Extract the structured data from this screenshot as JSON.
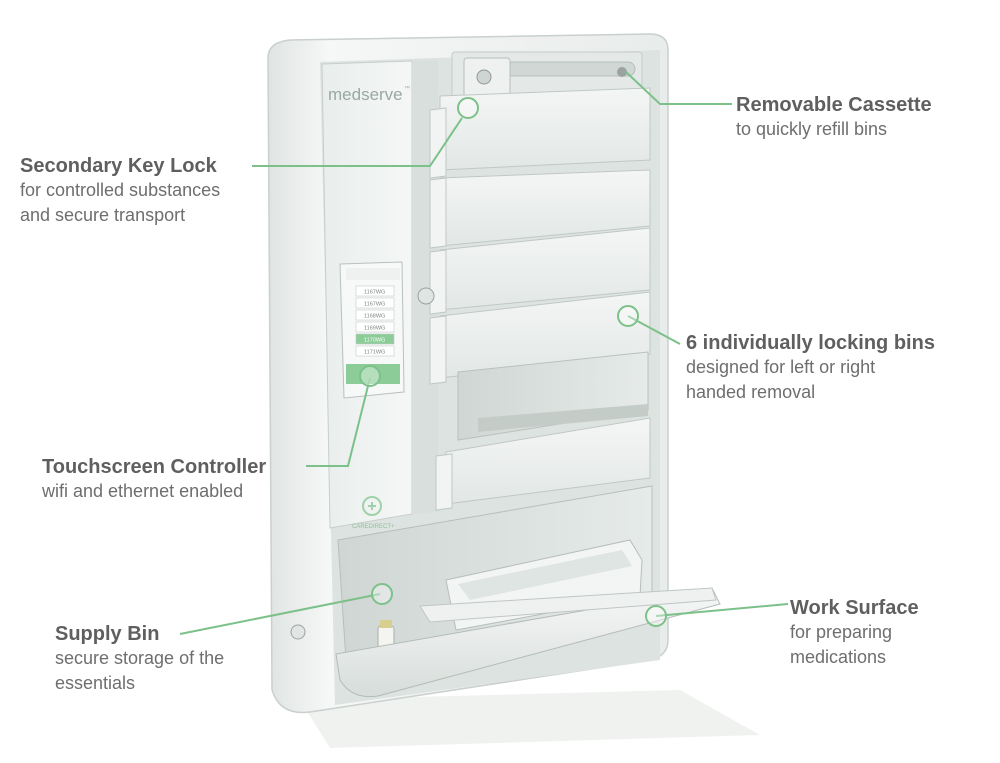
{
  "brand": {
    "logo_text": "medserve",
    "logo_tm": "™",
    "maker_text": "CAREDIRECT+"
  },
  "screen": {
    "rows": [
      "1167WG",
      "1167WG",
      "1168WG",
      "1169WG",
      "1170WG",
      "1171WG"
    ]
  },
  "colors": {
    "accent_green": "#7cc08a",
    "label_title": "#5f5f5f",
    "label_desc": "#6e6e6e",
    "cabinet": "#eef1f0",
    "cabinet_shadow": "#cfd6d4"
  },
  "callouts": {
    "removable_cassette": {
      "title": "Removable Cassette",
      "desc": [
        "to quickly refill bins"
      ]
    },
    "secondary_key_lock": {
      "title": "Secondary Key Lock",
      "desc": [
        "for controlled substances",
        "and secure transport"
      ]
    },
    "locking_bins": {
      "title": "6 individually locking bins",
      "desc": [
        "designed for left or right",
        "handed removal"
      ]
    },
    "touchscreen_controller": {
      "title": "Touchscreen Controller",
      "desc": [
        "wifi and ethernet enabled"
      ]
    },
    "supply_bin": {
      "title": "Supply Bin",
      "desc": [
        "secure storage of the",
        "essentials"
      ]
    },
    "work_surface": {
      "title": "Work Surface",
      "desc": [
        "for preparing",
        "medications"
      ]
    }
  }
}
